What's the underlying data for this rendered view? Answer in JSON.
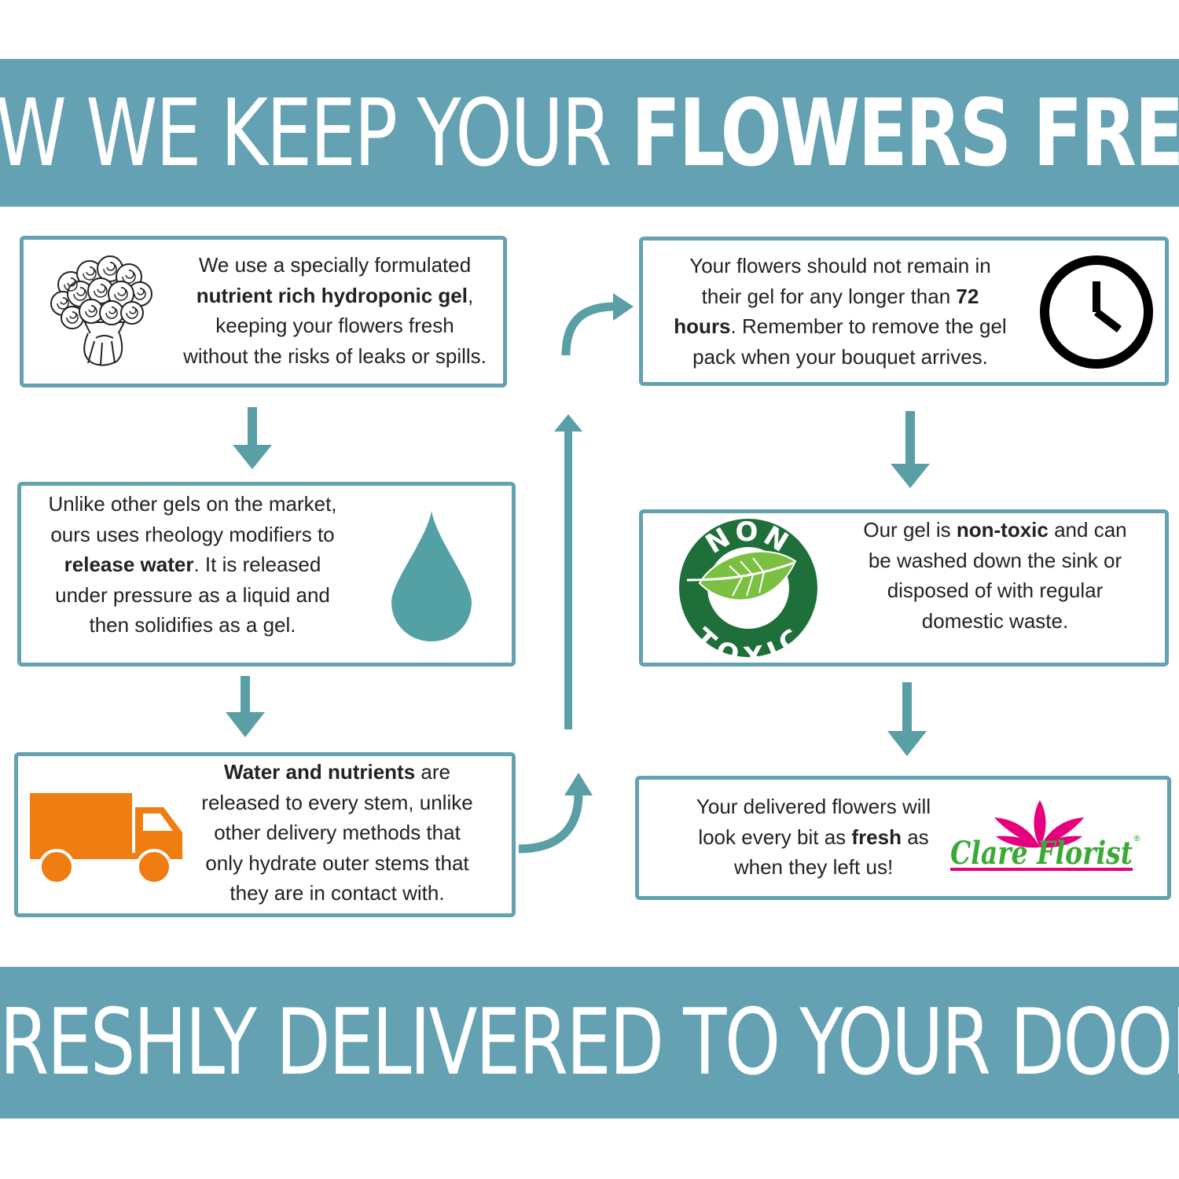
{
  "header": {
    "title_light": "HOW WE KEEP YOUR ",
    "title_bold": "FLOWERS FRESH"
  },
  "footer": {
    "title": "FRESHLY DELIVERED TO YOUR DOOR"
  },
  "steps": {
    "gel": {
      "p1": "We use a specially formulated",
      "bold": "nutrient rich hydroponic gel",
      "p2": ",",
      "p3": "keeping your flowers fresh",
      "p4": "without the risks of leaks or spills."
    },
    "release": {
      "p1": "Unlike other gels on the market,",
      "p2": "ours uses rheology modifiers to",
      "bold": "release water",
      "p3": ". It is released",
      "p4": "under pressure as a liquid and",
      "p5": "then solidifies as a gel."
    },
    "nutrients": {
      "bold": "Water and nutrients",
      "p1": " are",
      "p2": "released to every stem, unlike",
      "p3": "other delivery methods that",
      "p4": "only hydrate outer stems that",
      "p5": "they are in contact with."
    },
    "timing": {
      "p1": "Your flowers should not remain in",
      "p2": "their gel for any longer than ",
      "bold1": "72",
      "bold2": "hours",
      "p3": ". Remember to remove the gel",
      "p4": "pack when your bouquet arrives."
    },
    "nontoxic": {
      "p1": "Our gel is ",
      "bold": "non-toxic",
      "p2": " and can",
      "p3": "be washed down the sink or",
      "p4": "disposed of with regular",
      "p5": "domestic waste.",
      "badge_top": "NON",
      "badge_bottom": "TOXIC"
    },
    "delivered": {
      "p1": "Your delivered flowers will",
      "p2": "look every bit as ",
      "bold": "fresh",
      "p3": " as",
      "p4": "when they left us!"
    }
  },
  "brand": {
    "name": "Clare Florist",
    "registered": "®"
  },
  "colors": {
    "teal": "#64a1b2",
    "arrow": "#5a9ea6",
    "drop": "#53a0a5",
    "truck": "#f07d11",
    "badge_green": "#1f6f3a",
    "leaf": "#7cc043",
    "brand_green": "#3aaa35",
    "brand_pink": "#e5007e"
  },
  "icons": [
    "bouquet-icon",
    "water-drop-icon",
    "delivery-truck-icon",
    "clock-icon",
    "non-toxic-badge-icon",
    "clare-florist-logo"
  ]
}
